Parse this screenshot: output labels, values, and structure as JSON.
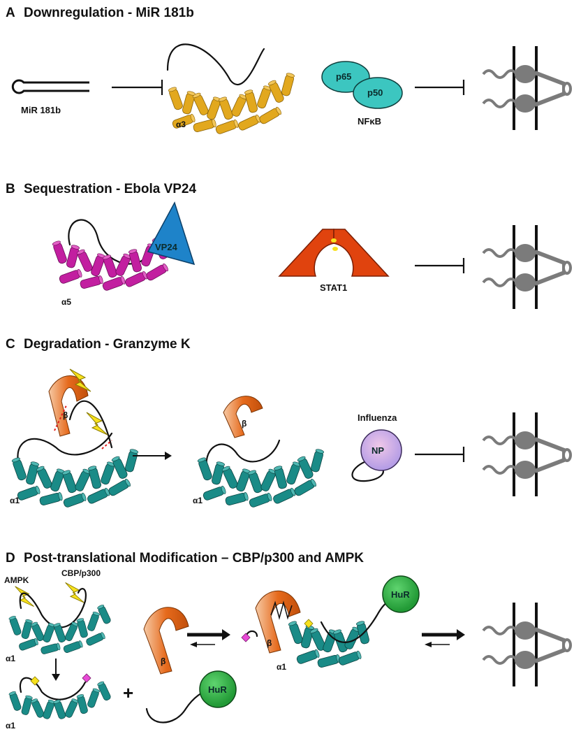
{
  "panels": {
    "a": {
      "letter": "A",
      "title": "Downregulation - MiR 181b",
      "mir_label": "MiR 181b",
      "helix_label": "α3",
      "nfkb_sub1": "p65",
      "nfkb_sub2": "p50",
      "nfkb_label": "NFκB"
    },
    "b": {
      "letter": "B",
      "title": "Sequestration - Ebola VP24",
      "vp24_label": "VP24",
      "helix_label": "α5",
      "stat_label": "STAT1"
    },
    "c": {
      "letter": "C",
      "title": "Degradation - Granzyme K",
      "beta_label": "β",
      "helix_label": "α1",
      "beta_label_2": "β",
      "helix_label_2": "α1",
      "influenza_label": "Influenza",
      "np_label": "NP"
    },
    "d": {
      "letter": "D",
      "title": "Post-translational Modification – CBP/p300 and AMPK",
      "ampk_label": "AMPK",
      "cbp_label": "CBP/p300",
      "helix_label_top": "α1",
      "helix_label_bottom": "α1",
      "plus_sign": "+",
      "beta_label": "β",
      "hur_label": "HuR",
      "beta_label_complex": "β",
      "hur_label_complex": "HuR",
      "helix_label_complex": "α1"
    }
  },
  "colors": {
    "yellow_protein": "#e2a81e",
    "magenta_protein": "#c21fa0",
    "teal_protein": "#1a8b87",
    "orange_beta": "#e66a1c",
    "nfkb_teal": "#3cc6c0",
    "vp24_blue": "#1e83c9",
    "stat1_orange": "#e0430e",
    "np_lavender": "#c9a3e8",
    "hur_green": "#33b34a",
    "mrna_grey": "#7b7b7b",
    "lightning_yellow": "#f7e11d"
  },
  "icons": [
    "hairpin-icon",
    "lightning-bolt-icon",
    "mrna-icon",
    "equilibrium-arrows-icon"
  ]
}
